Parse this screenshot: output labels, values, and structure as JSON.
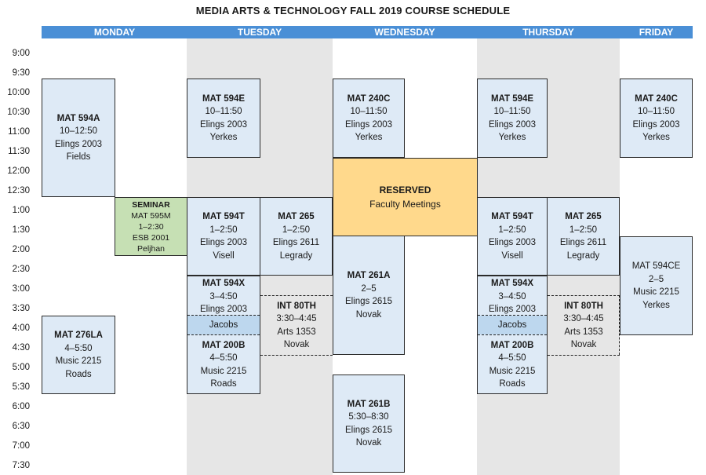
{
  "title": "MEDIA ARTS & TECHNOLOGY FALL 2019 COURSE SCHEDULE",
  "days": [
    "MONDAY",
    "TUESDAY",
    "WEDNESDAY",
    "THURSDAY",
    "FRIDAY"
  ],
  "times": [
    "9:00",
    "9:30",
    "10:00",
    "10:30",
    "11:00",
    "11:30",
    "12:00",
    "12:30",
    "1:00",
    "1:30",
    "2:00",
    "2:30",
    "3:00",
    "3:30",
    "4:00",
    "4:30",
    "5:00",
    "5:30",
    "6:00",
    "6:30",
    "7:00",
    "7:30"
  ],
  "events": {
    "mon_594a": {
      "code": "MAT 594A",
      "time": "10–12:50",
      "room": "Elings 2003",
      "instructor": "Fields"
    },
    "mon_seminar": {
      "kind": "SEMINAR",
      "code": "MAT 595M",
      "time": "1–2:30",
      "room": "ESB 2001",
      "instructor": "Peljhan"
    },
    "mon_276la": {
      "code": "MAT 276LA",
      "time": "4–5:50",
      "room": "Music 2215",
      "instructor": "Roads"
    },
    "tue_594e": {
      "code": "MAT 594E",
      "time": "10–11:50",
      "room": "Elings 2003",
      "instructor": "Yerkes"
    },
    "tue_594t": {
      "code": "MAT 594T",
      "time": "1–2:50",
      "room": "Elings 2003",
      "instructor": "Visell"
    },
    "tue_265": {
      "code": "MAT 265",
      "time": "1–2:50",
      "room": "Elings 2611",
      "instructor": "Legrady"
    },
    "tue_594x": {
      "code": "MAT 594X",
      "time": "3–4:50",
      "room": "Elings 2003",
      "instructor": "Jacobs"
    },
    "tue_int80th": {
      "code": "INT 80TH",
      "time": "3:30–4:45",
      "room": "Arts 1353",
      "instructor": "Novak"
    },
    "tue_200b": {
      "code": "MAT 200B",
      "time": "4–5:50",
      "room": "Music 2215",
      "instructor": "Roads"
    },
    "wed_240c": {
      "code": "MAT 240C",
      "time": "10–11:50",
      "room": "Elings 2003",
      "instructor": "Yerkes"
    },
    "wed_reserved": {
      "code": "RESERVED",
      "note": "Faculty Meetings"
    },
    "wed_261a": {
      "code": "MAT 261A",
      "time": "2–5",
      "room": "Elings 2615",
      "instructor": "Novak"
    },
    "wed_261b": {
      "code": "MAT 261B",
      "time": "5:30–8:30",
      "room": "Elings 2615",
      "instructor": "Novak"
    },
    "thu_594e": {
      "code": "MAT 594E",
      "time": "10–11:50",
      "room": "Elings 2003",
      "instructor": "Yerkes"
    },
    "thu_594t": {
      "code": "MAT 594T",
      "time": "1–2:50",
      "room": "Elings 2003",
      "instructor": "Visell"
    },
    "thu_265": {
      "code": "MAT 265",
      "time": "1–2:50",
      "room": "Elings 2611",
      "instructor": "Legrady"
    },
    "thu_594x": {
      "code": "MAT 594X",
      "time": "3–4:50",
      "room": "Elings 2003",
      "instructor": "Jacobs"
    },
    "thu_int80th": {
      "code": "INT 80TH",
      "time": "3:30–4:45",
      "room": "Arts 1353",
      "instructor": "Novak"
    },
    "thu_200b": {
      "code": "MAT 200B",
      "time": "4–5:50",
      "room": "Music 2215",
      "instructor": "Roads"
    },
    "fri_240c": {
      "code": "MAT 240C",
      "time": "10–11:50",
      "room": "Elings 2003",
      "instructor": "Yerkes"
    },
    "fri_594ce": {
      "code": "MAT 594CE",
      "time": "2–5",
      "room": "Music 2215",
      "instructor": "Yerkes"
    }
  },
  "colors": {
    "header": "#4a8fd6",
    "class": "#deeaf6",
    "seminar": "#c6e0b4",
    "reserved": "#ffd98c",
    "band": "#bdd7ee",
    "column": "#e6e6e6"
  }
}
